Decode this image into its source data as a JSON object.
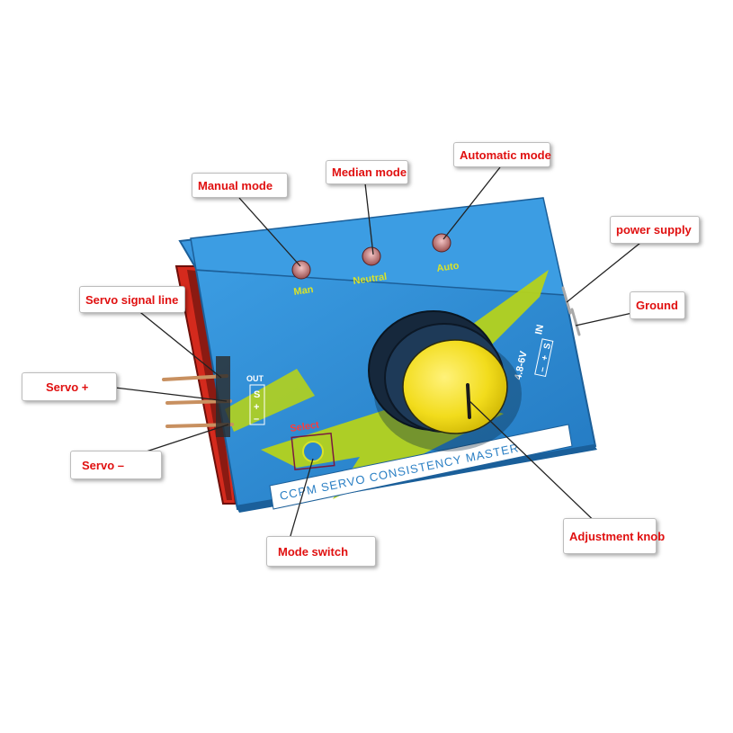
{
  "labels": {
    "manual_mode": "Manual mode",
    "median_mode": "Median mode",
    "automatic_mode": "Automatic mode",
    "power_supply": "power supply",
    "ground": "Ground",
    "servo_signal_line": "Servo signal line",
    "servo_plus": "Servo +",
    "servo_minus": "Servo –",
    "mode_switch": "Mode switch",
    "adjustment_knob": "Adjustment knob"
  },
  "device": {
    "led_man": "Man",
    "led_neutral": "Neutral",
    "led_auto": "Auto",
    "in_label": "IN",
    "in_s": "S",
    "in_plus": "+",
    "in_minus": "–",
    "voltage": "4.8-6V",
    "out_label": "OUT",
    "out_s": "S",
    "out_plus": "+",
    "out_minus": "–",
    "select_label": "Select",
    "brand_text": "CCPM SERVO CONSISTENCY MASTER"
  },
  "colors": {
    "label_text": "#e01010",
    "case_blue": "#2f8fd6",
    "knob_yellow": "#f2dc1c",
    "lightning": "#b4d21c"
  }
}
